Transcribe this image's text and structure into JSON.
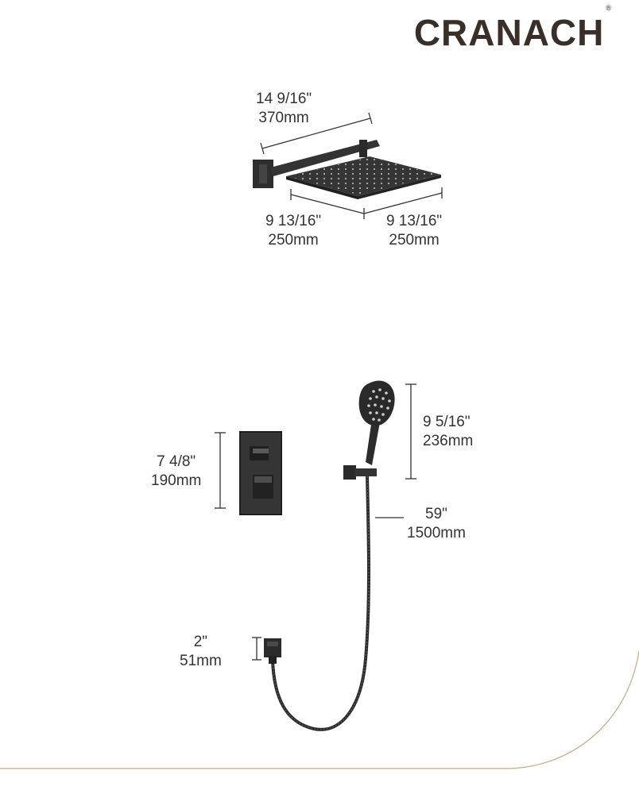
{
  "brand": {
    "name": "CRANACH",
    "mark": "®"
  },
  "shower_head": {
    "arm_length": {
      "inch": "14 9/16\"",
      "mm": "370mm"
    },
    "width": {
      "inch": "9 13/16\"",
      "mm": "250mm"
    },
    "depth": {
      "inch": "9 13/16\"",
      "mm": "250mm"
    }
  },
  "hand_shower": {
    "inch": "9 5/16\"",
    "mm": "236mm"
  },
  "valve_plate": {
    "inch": "7 4/8\"",
    "mm": "190mm"
  },
  "hose": {
    "inch": "59\"",
    "mm": "1500mm"
  },
  "outlet_elbow": {
    "inch": "2\"",
    "mm": "51mm"
  },
  "colors": {
    "product": "#2e2e2e",
    "accent_curve": "#c9a98a",
    "logo": "#3a2e28"
  }
}
